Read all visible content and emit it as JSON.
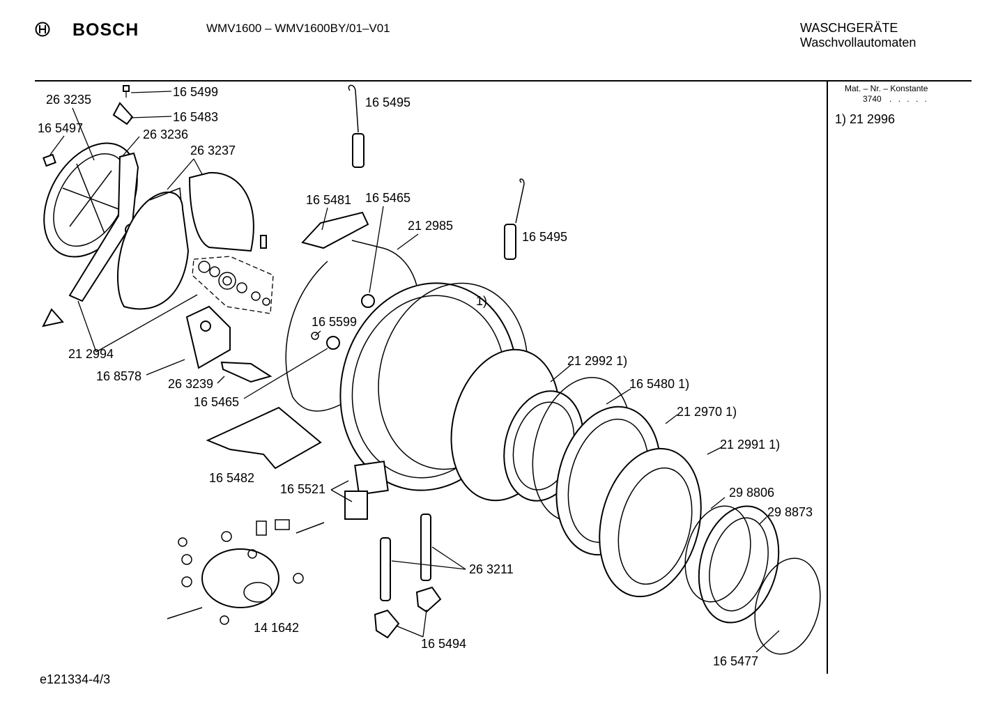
{
  "header": {
    "brand": "BOSCH",
    "model": "WMV1600 – WMV1600BY/01–V01",
    "category_line1": "WASCHGERÄTE",
    "category_line2": "Waschvollautomaten"
  },
  "sidebar": {
    "heading": "Mat. – Nr. – Konstante",
    "constant": "3740",
    "dots": ". . . . .",
    "note": "1) 21 2996"
  },
  "footer": {
    "code": "e121334-4/3"
  },
  "icons": {
    "logo": "bosch-armature-logo-icon"
  },
  "parts": [
    "26 3235",
    "16 5499",
    "16 5483",
    "16 5497",
    "26 3236",
    "26 3237",
    "16 5495",
    "16 5495",
    "16 5481",
    "16  5465",
    "21 2985",
    "1)",
    "16 5599",
    "21 2994",
    "16 8578",
    "26 3239",
    "16 5465",
    "21 2992 1)",
    "16 5480 1)",
    "21 2970 1)",
    "21 2991 1)",
    "16 5482",
    "16 5521",
    "29 8806",
    "29 8873",
    "26 3211",
    "14 1642",
    "16 5494",
    "16 5477"
  ]
}
